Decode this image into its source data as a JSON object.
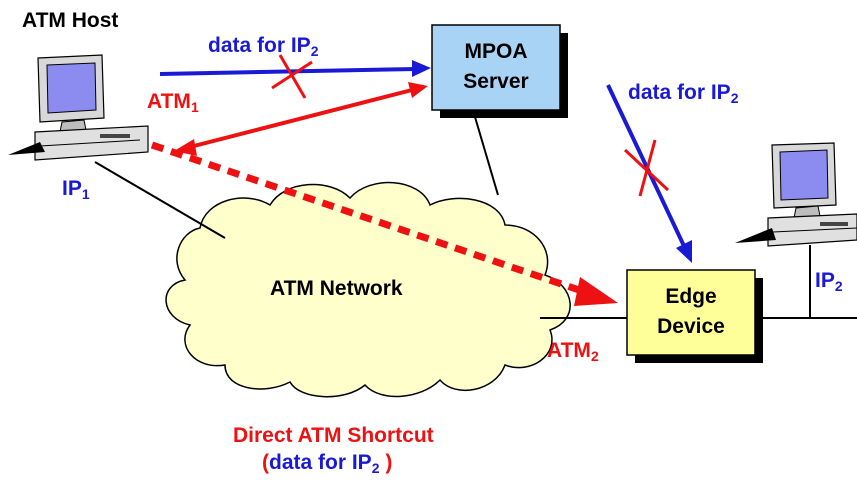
{
  "colors": {
    "blue": "#1a1ad6",
    "red": "#ee1111",
    "server_fill": "#a9d3f5",
    "edge_fill": "#ffff99",
    "cloud_fill": "#ffffcc",
    "shadow": "#000000"
  },
  "labels": {
    "atm_host": "ATM Host",
    "data_for_ip_top": {
      "text": "data for IP",
      "sub": "2"
    },
    "atm1": {
      "text": "ATM",
      "sub": "1"
    },
    "ip1": {
      "text": "IP",
      "sub": "1"
    },
    "data_for_ip_right": {
      "text": "data for IP",
      "sub": "2"
    },
    "ip2": {
      "text": "IP",
      "sub": "2"
    },
    "atm2": {
      "text": "ATM",
      "sub": "2"
    },
    "atm_network": "ATM Network",
    "shortcut_line1": "Direct ATM Shortcut",
    "shortcut_line2": {
      "open": "(",
      "text": "data for IP",
      "sub": "2",
      "close": " )"
    }
  },
  "nodes": {
    "mpoa_server": {
      "line1": "MPOA",
      "line2": "Server"
    },
    "edge_device": {
      "line1": "Edge",
      "line2": "Device"
    }
  },
  "icons": [
    "computer-icon",
    "cloud-icon",
    "cross-mark-icon"
  ]
}
